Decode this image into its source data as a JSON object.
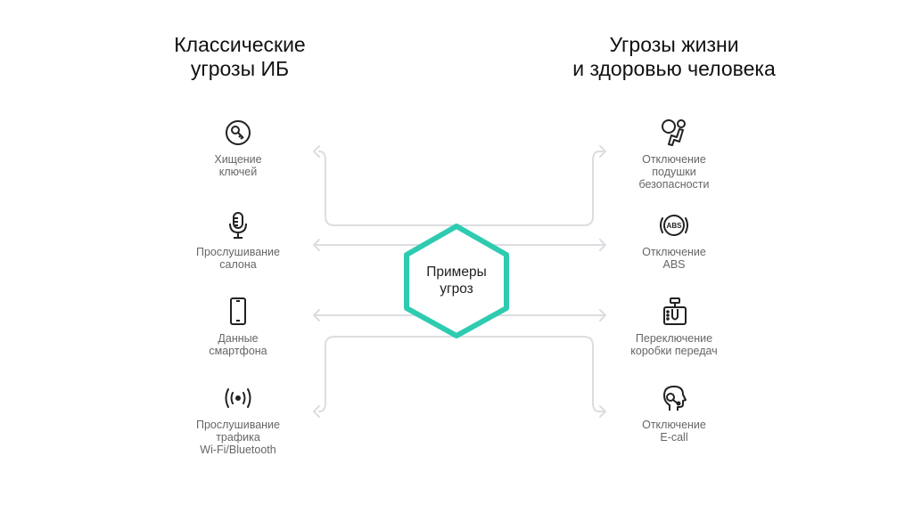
{
  "left_title": [
    "Классические",
    "угрозы ИБ"
  ],
  "right_title": [
    "Угрозы жизни",
    "и здоровью человека"
  ],
  "center": [
    "Примеры",
    "угроз"
  ],
  "accent_color": "#2ecbb0",
  "left_items": [
    {
      "icon": "key-search-icon",
      "label": [
        "Хищение",
        "ключей"
      ]
    },
    {
      "icon": "microphone-icon",
      "label": [
        "Прослушивание",
        "салона"
      ]
    },
    {
      "icon": "smartphone-icon",
      "label": [
        "Данные",
        "смартфона"
      ]
    },
    {
      "icon": "wireless-signal-icon",
      "label": [
        "Прослушивание",
        "трафика",
        "Wi-Fi/Bluetooth"
      ]
    }
  ],
  "right_items": [
    {
      "icon": "airbag-icon",
      "label": [
        "Отключение",
        "подушки",
        "безопасности"
      ]
    },
    {
      "icon": "abs-icon",
      "label": [
        "Отключение",
        "ABS"
      ]
    },
    {
      "icon": "gear-shift-icon",
      "label": [
        "Переключение",
        "коробки передач"
      ]
    },
    {
      "icon": "ecall-headset-icon",
      "label": [
        "Отключение",
        "E-call"
      ]
    }
  ]
}
